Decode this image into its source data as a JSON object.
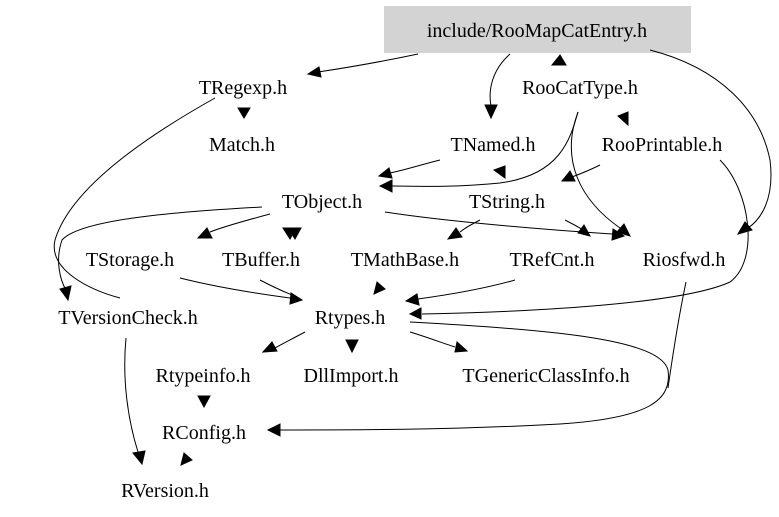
{
  "graph": {
    "root_fill": "#d3d3d3",
    "nodes": {
      "roomapcatentry": "include/RooMapCatEntry.h",
      "tregexp": "TRegexp.h",
      "roocattype": "RooCatType.h",
      "match": "Match.h",
      "tnamed": "TNamed.h",
      "rooprintable": "RooPrintable.h",
      "tobject": "TObject.h",
      "tstring": "TString.h",
      "tstorage": "TStorage.h",
      "tbuffer": "TBuffer.h",
      "tmathbase": "TMathBase.h",
      "trefcnt": "TRefCnt.h",
      "riosfwd": "Riosfwd.h",
      "tversioncheck": "TVersionCheck.h",
      "rtypes": "Rtypes.h",
      "rtypeinfo": "Rtypeinfo.h",
      "dllimport": "DllImport.h",
      "tgenericclassinfo": "TGenericClassInfo.h",
      "rconfig": "RConfig.h",
      "rversion": "RVersion.h"
    }
  }
}
